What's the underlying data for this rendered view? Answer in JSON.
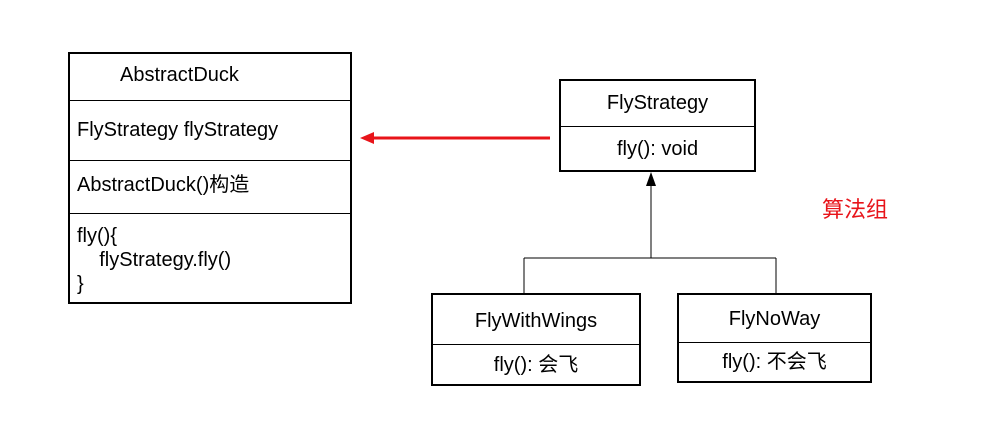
{
  "abstract_duck": {
    "name": "AbstractDuck",
    "field": "FlyStrategy flyStrategy",
    "constructor": "AbstractDuck()构造",
    "method_lines": [
      "fly(){",
      "    flyStrategy.fly()",
      "}"
    ]
  },
  "fly_strategy": {
    "name": "FlyStrategy",
    "method": "fly(): void"
  },
  "fly_with_wings": {
    "name": "FlyWithWings",
    "method": "fly(): 会飞"
  },
  "fly_no_way": {
    "name": "FlyNoWay",
    "method": "fly(): 不会飞"
  },
  "group_label": "算法组",
  "colors": {
    "association_arrow": "#e8141a",
    "group_label": "#e8141a",
    "lines": "#000000"
  }
}
